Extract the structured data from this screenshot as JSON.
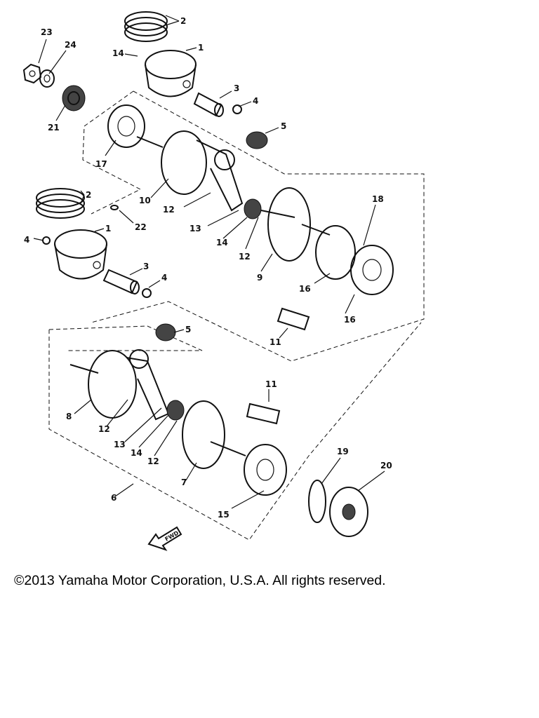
{
  "diagram": {
    "callouts": [
      "1",
      "1",
      "2",
      "2",
      "3",
      "3",
      "4",
      "4",
      "4",
      "5",
      "5",
      "6",
      "7",
      "8",
      "9",
      "10",
      "11",
      "11",
      "12",
      "12",
      "12",
      "12",
      "13",
      "13",
      "14",
      "14",
      "14",
      "15",
      "16",
      "16",
      "17",
      "18",
      "19",
      "20",
      "21",
      "22",
      "23",
      "24"
    ]
  },
  "fwd_label": "FWD",
  "copyright": "©2013 Yamaha Motor Corporation, U.S.A. All rights reserved."
}
